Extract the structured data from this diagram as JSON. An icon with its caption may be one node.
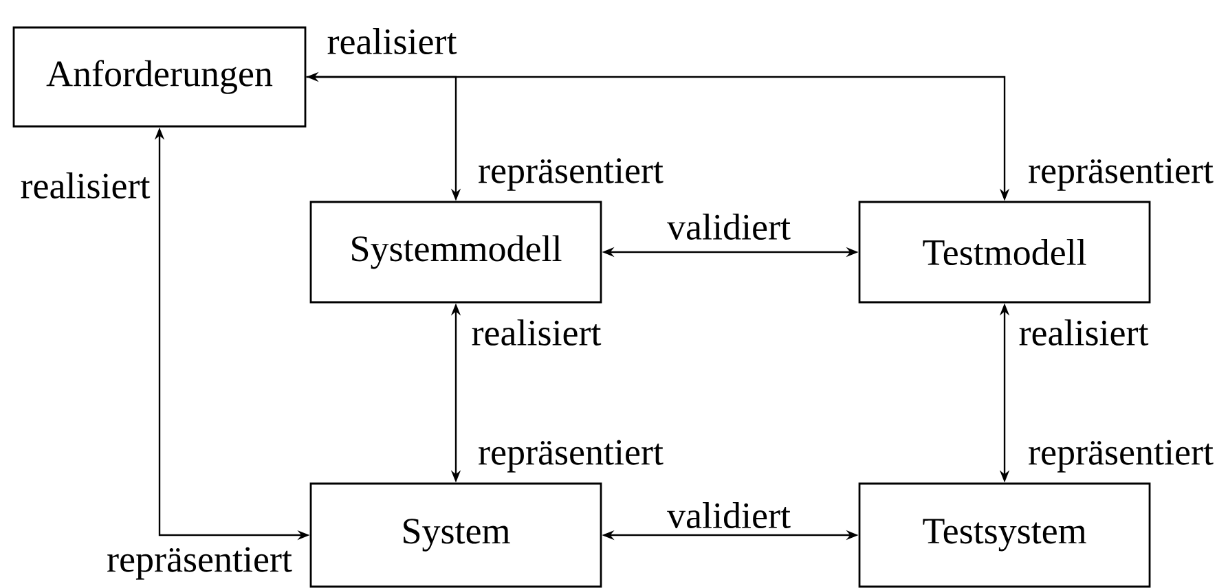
{
  "diagram": {
    "nodes": [
      {
        "text": [
          "Anforderungen"
        ]
      },
      {
        "text": [
          "Systemmodell"
        ]
      },
      {
        "text": [
          "Testmodell"
        ]
      },
      {
        "text": [
          "System"
        ]
      },
      {
        "text": [
          "Testsystem"
        ]
      }
    ],
    "edges": [
      {
        "from": 2,
        "to": 0,
        "arrow": "both",
        "label": "repräsentiert"
      },
      {
        "from": 0,
        "to": 1,
        "arrow": "to",
        "label": "repräsentiert"
      },
      {
        "from": 0,
        "to": 3,
        "arrow": "both",
        "label": "repräsentiert"
      },
      {
        "from": 1,
        "to": 2,
        "arrow": "both",
        "label": "validiert"
      },
      {
        "from": 1,
        "to": 3,
        "arrow": "both",
        "label": "repräsentiert"
      },
      {
        "from": 2,
        "to": 4,
        "arrow": "both",
        "label": "repräsentiert"
      },
      {
        "from": 3,
        "to": 4,
        "arrow": "both",
        "label": "validiert"
      }
    ],
    "labels": [
      "realisiert",
      "realisiert",
      "realisiert",
      "realisiert"
    ]
  }
}
